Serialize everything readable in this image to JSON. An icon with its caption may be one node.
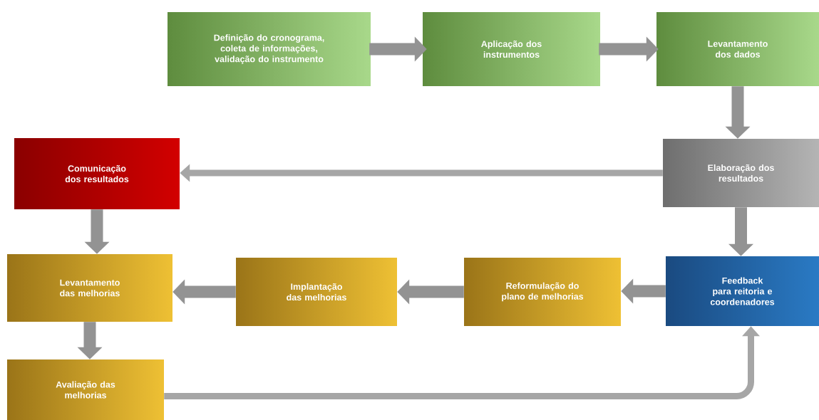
{
  "diagram": {
    "nodes": [
      {
        "text": [
          "Definição do cronograma, coleta de informações, validação do instrumento"
        ]
      },
      {
        "text": [
          "Aplicação dos instrumentos"
        ]
      },
      {
        "text": [
          "Levantamento dos dados"
        ]
      },
      {
        "text": [
          "Elaboração dos resultados"
        ]
      },
      {
        "text": [
          "Comunicação dos resultados"
        ]
      },
      {
        "text": [
          "Feedback para reitoria e coordenadores"
        ]
      },
      {
        "text": [
          "Reformulação do plano de melhorias"
        ]
      },
      {
        "text": [
          "Implantação das melhorias"
        ]
      },
      {
        "text": [
          "Levantamento das melhorias"
        ]
      },
      {
        "text": [
          "Avaliação das melhorias"
        ]
      }
    ],
    "edges": [
      {
        "from": 0,
        "to": 1,
        "arrow": "to"
      },
      {
        "from": 1,
        "to": 2,
        "arrow": "to"
      },
      {
        "from": 2,
        "to": 3,
        "arrow": "to"
      },
      {
        "from": 3,
        "to": 4,
        "arrow": "to"
      },
      {
        "from": 3,
        "to": 5,
        "arrow": "to"
      },
      {
        "from": 4,
        "to": 8,
        "arrow": "to"
      },
      {
        "from": 5,
        "to": 6,
        "arrow": "to"
      },
      {
        "from": 6,
        "to": 7,
        "arrow": "to"
      },
      {
        "from": 7,
        "to": 8,
        "arrow": "to"
      },
      {
        "from": 8,
        "to": 9,
        "arrow": "to"
      },
      {
        "from": 9,
        "to": 5,
        "arrow": "to"
      }
    ]
  }
}
